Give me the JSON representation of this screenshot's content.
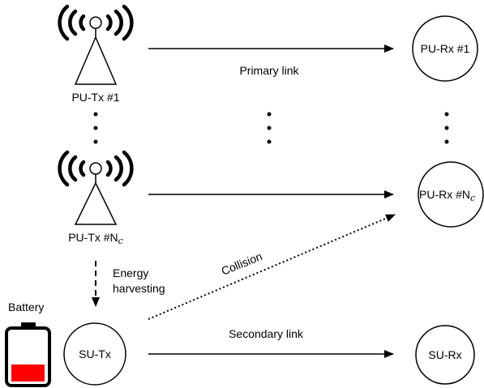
{
  "nodes": {
    "pu_tx_1": "PU-Tx #1",
    "pu_tx_nc_prefix": "PU-Tx #N",
    "pu_tx_nc_sub": "c",
    "pu_rx_1": "PU-Rx #1",
    "pu_rx_nc_prefix": "PU-Rx #N",
    "pu_rx_nc_sub": "c",
    "su_tx": "SU-Tx",
    "su_rx": "SU-Rx"
  },
  "links": {
    "primary": "Primary link",
    "secondary": "Secondary link",
    "collision": "Collision",
    "energy_line1": "Energy",
    "energy_line2": "harvesting"
  },
  "battery": {
    "label": "Battery",
    "charge_level": 0.35,
    "charge_color": "#ff0000"
  },
  "colors": {
    "stroke": "#000000",
    "background": "#ffffff"
  }
}
